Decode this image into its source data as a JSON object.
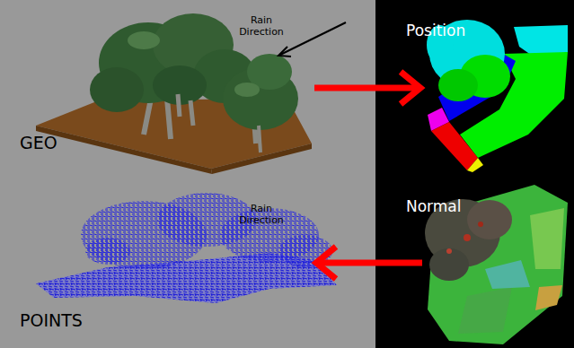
{
  "diagram": {
    "nodes": [
      {
        "text": [
          "Rain Direction",
          "GEO"
        ]
      },
      {
        "text": [
          "Position"
        ]
      },
      {
        "text": [
          "Rain Direction",
          "POINTS"
        ]
      },
      {
        "text": [
          "Normal"
        ]
      }
    ],
    "edges": [
      {
        "from": 0,
        "to": 1,
        "arrow": "to"
      },
      {
        "from": 3,
        "to": 2,
        "arrow": "to"
      }
    ]
  }
}
